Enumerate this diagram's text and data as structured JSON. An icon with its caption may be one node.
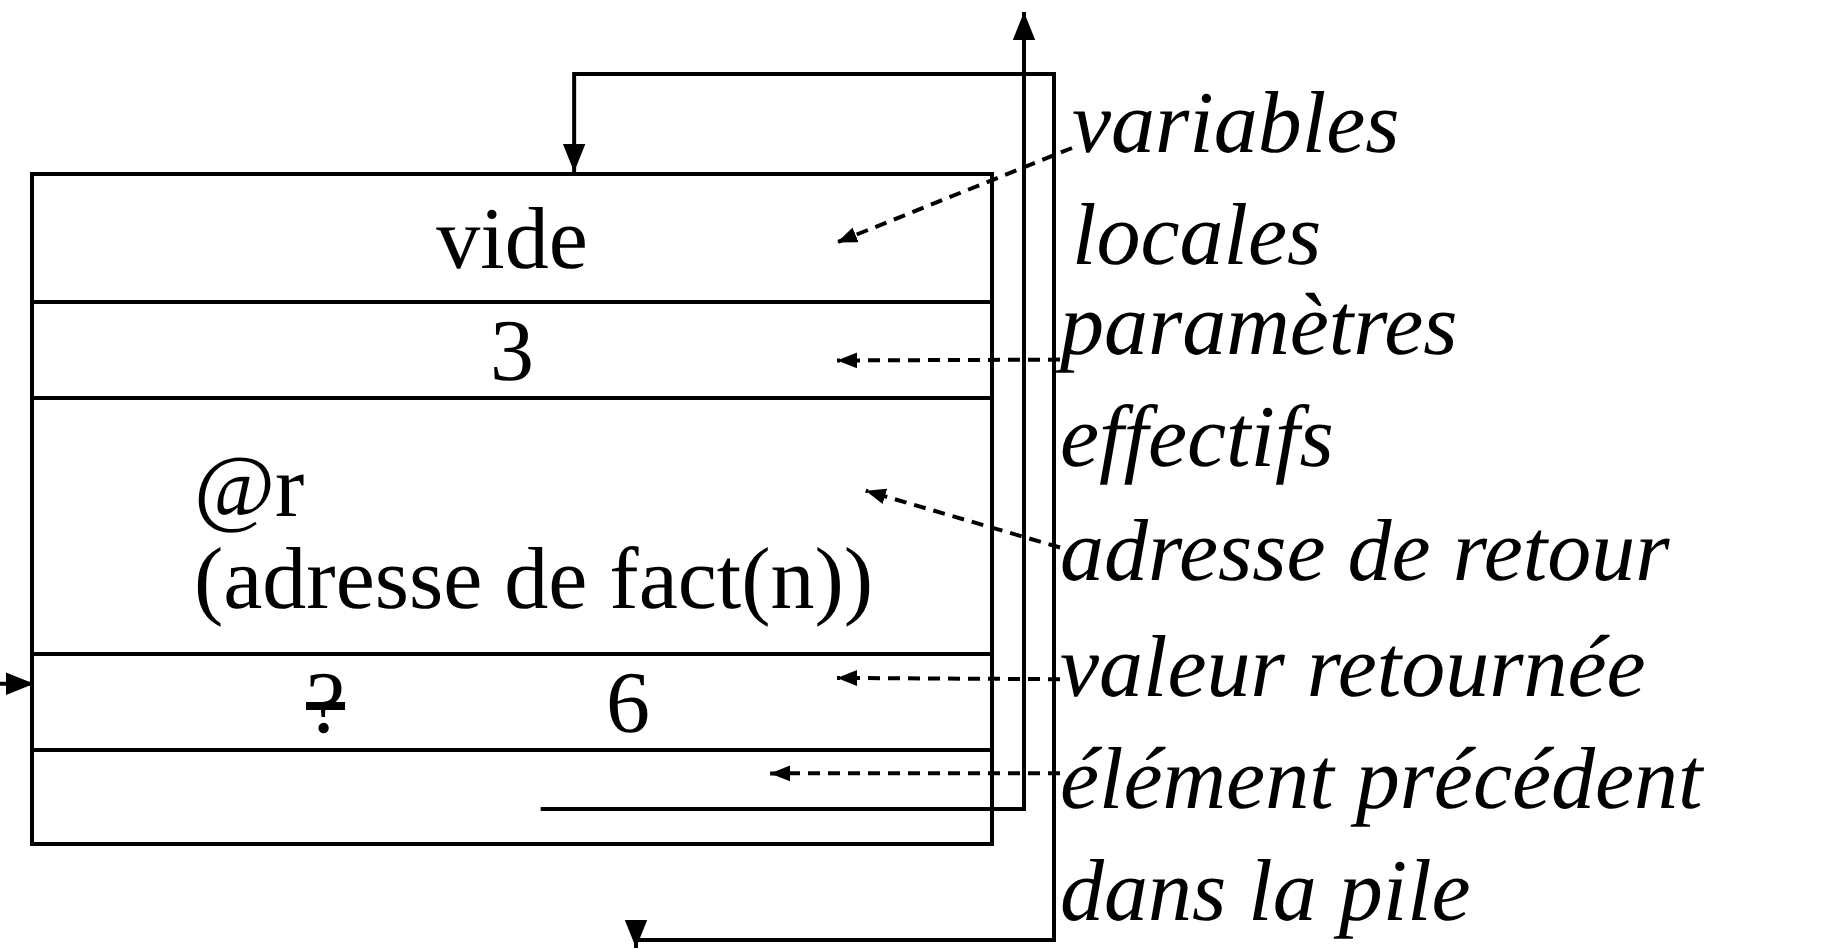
{
  "diagram": {
    "nodes": [
      {
        "text": [],
        "shape": "box"
      },
      {
        "text": [
          "vide"
        ],
        "in": 0
      },
      {
        "text": [
          "3"
        ],
        "in": 0
      },
      {
        "text": [
          "@r",
          "(adresse de fact(n))"
        ],
        "in": 0
      },
      {
        "text": [
          "?",
          "6"
        ],
        "in": 0
      },
      {
        "text": [],
        "shape": "box",
        "in": 0
      },
      {
        "text": [
          "variables locales"
        ]
      },
      {
        "text": [
          "paramètres effectifs"
        ]
      },
      {
        "text": [
          "adresse de retour"
        ]
      },
      {
        "text": [
          "valeur retournée"
        ]
      },
      {
        "text": [
          "élément précédent dans la pile"
        ]
      }
    ],
    "edges": [
      {
        "from": 6,
        "to": 1,
        "arrow": "to",
        "style": "dashed"
      },
      {
        "from": 7,
        "to": 2,
        "arrow": "to",
        "style": "dashed"
      },
      {
        "from": 8,
        "to": 3,
        "arrow": "to",
        "style": "dashed"
      },
      {
        "from": 9,
        "to": 4,
        "arrow": "to",
        "style": "dashed"
      },
      {
        "from": 10,
        "to": 5,
        "arrow": "to",
        "style": "dashed"
      },
      {
        "from": 5,
        "to": null,
        "arrow": "to"
      },
      {
        "from": 1,
        "to": null,
        "arrow": "both"
      },
      {
        "from": null,
        "to": 4,
        "arrow": "to"
      }
    ]
  }
}
